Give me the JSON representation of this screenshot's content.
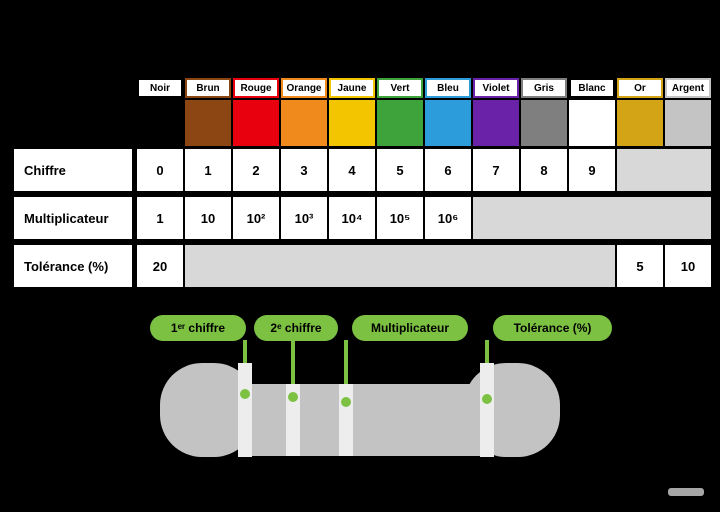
{
  "colors": {
    "background": "#000000",
    "accent_green": "#7CC142",
    "filler": "#D8D8D8",
    "cell_bg": "#FFFFFF",
    "resistor_body": "#C3C3C3",
    "resistor_band": "#EDEDED"
  },
  "table": {
    "columns": [
      {
        "name": "Noir",
        "hex": "#000000"
      },
      {
        "name": "Brun",
        "hex": "#8C4613"
      },
      {
        "name": "Rouge",
        "hex": "#E8000E"
      },
      {
        "name": "Orange",
        "hex": "#F18A1D"
      },
      {
        "name": "Jaune",
        "hex": "#F2C500"
      },
      {
        "name": "Vert",
        "hex": "#3FA33C"
      },
      {
        "name": "Bleu",
        "hex": "#2D9CDB"
      },
      {
        "name": "Violet",
        "hex": "#6A22A8"
      },
      {
        "name": "Gris",
        "hex": "#7F7F7F"
      },
      {
        "name": "Blanc",
        "hex": "#FFFFFF",
        "border": "#000000"
      },
      {
        "name": "Or",
        "hex": "#D4A417"
      },
      {
        "name": "Argent",
        "hex": "#C4C4C4"
      }
    ],
    "rows": {
      "chiffre": {
        "label": "Chiffre",
        "cells": [
          "0",
          "1",
          "2",
          "3",
          "4",
          "5",
          "6",
          "7",
          "8",
          "9"
        ]
      },
      "multiplicateur": {
        "label": "Multiplicateur",
        "cells": [
          "1",
          "10",
          "10²",
          "10³",
          "10⁴",
          "10⁵",
          "10⁶"
        ]
      },
      "tolerance": {
        "label": "Tolérance (%)",
        "cells": {
          "noir": "20",
          "or": "5",
          "argent": "10"
        }
      }
    }
  },
  "diagram": {
    "labels": {
      "first_digit": "1ᵉʳ chiffre",
      "second_digit": "2ᵉ chiffre",
      "multiplier": "Multiplicateur",
      "tolerance": "Tolérance (%)"
    }
  }
}
